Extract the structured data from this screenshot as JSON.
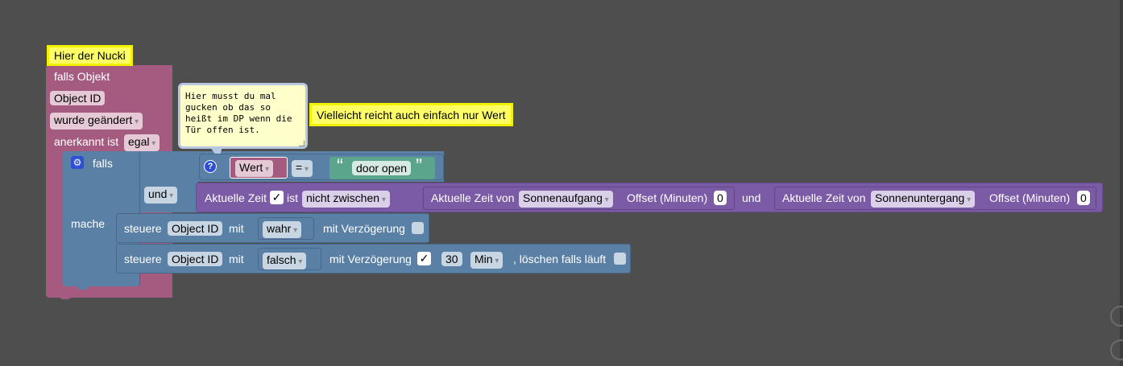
{
  "colors": {
    "background": "#4e4e4e",
    "trigger_block": "#a55b80",
    "logic_block": "#5b80a5",
    "time_block": "#7b5ba5",
    "text_block": "#5ba58c",
    "comment_yellow": "#ffff66",
    "comment_bubble": "#ffffcc"
  },
  "hat_comment": "Hier der Nucki",
  "trigger": {
    "title": "falls Objekt",
    "object_id": "Object ID",
    "condition": "wurde geändert",
    "ack_label": "anerkannt ist",
    "ack_value": "egal"
  },
  "if_block": {
    "gear_icon": "gear-icon",
    "falls": "falls",
    "mache": "mache",
    "und": "und"
  },
  "note_bubble": "Hier musst du mal gucken ob das so heißt im DP wenn die Tür offen ist.",
  "note_side": "Vielleicht reicht auch einfach nur Wert",
  "compare": {
    "help_icon": "question-icon",
    "left": "Wert",
    "operator": "=",
    "quote_open": "“",
    "text": "door open",
    "quote_close": "”"
  },
  "time_check": {
    "label": "Aktuelle Zeit",
    "checked": true,
    "ist": "ist",
    "mode": "nicht zwischen",
    "a_label": "Aktuelle Zeit von",
    "a_event": "Sonnenaufgang",
    "a_offset_label": "Offset (Minuten)",
    "a_offset": "0",
    "and": "und",
    "b_label": "Aktuelle Zeit von",
    "b_event": "Sonnenuntergang",
    "b_offset_label": "Offset (Minuten)",
    "b_offset": "0"
  },
  "set1": {
    "label": "steuere",
    "object_id": "Object ID",
    "mit": "mit",
    "value": "wahr",
    "delay_label": "mit Verzögerung",
    "delay_checked": false
  },
  "set2": {
    "label": "steuere",
    "object_id": "Object ID",
    "mit": "mit",
    "value": "falsch",
    "delay_label": "mit Verzögerung",
    "delay_checked": true,
    "delay": "30",
    "unit": "Min",
    "clear_label": ", löschen falls läuft",
    "clear_checked": false
  }
}
